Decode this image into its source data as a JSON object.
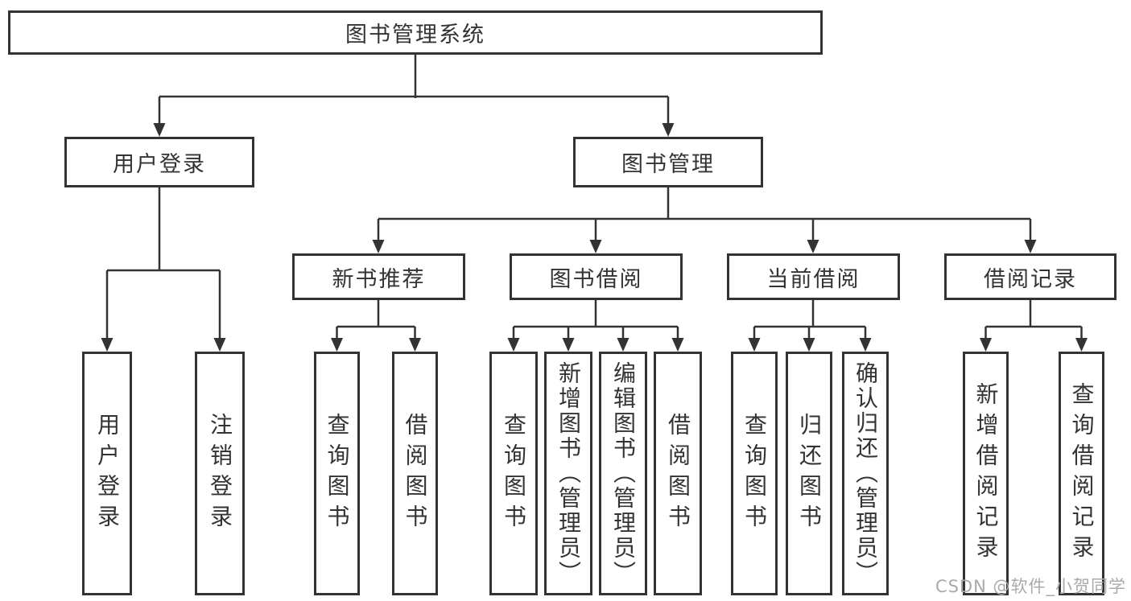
{
  "tree": {
    "root": {
      "label": "图书管理系统",
      "children": [
        {
          "label": "用户登录",
          "children": [
            {
              "label": "用户登录"
            },
            {
              "label": "注销登录"
            }
          ]
        },
        {
          "label": "图书管理",
          "children": [
            {
              "label": "新书推荐",
              "children": [
                {
                  "label": "查询图书"
                },
                {
                  "label": "借阅图书"
                }
              ]
            },
            {
              "label": "图书借阅",
              "children": [
                {
                  "label": "查询图书"
                },
                {
                  "label": "新增图书（管理员）"
                },
                {
                  "label": "编辑图书（管理员）"
                },
                {
                  "label": "借阅图书"
                }
              ]
            },
            {
              "label": "当前借阅",
              "children": [
                {
                  "label": "查询图书"
                },
                {
                  "label": "归还图书"
                },
                {
                  "label": "确认归还（管理员）"
                }
              ]
            },
            {
              "label": "借阅记录",
              "children": [
                {
                  "label": "新增借阅记录"
                },
                {
                  "label": "查询借阅记录"
                }
              ]
            }
          ]
        }
      ]
    }
  },
  "watermark": {
    "text": "CSDN @软件_小贺同学"
  },
  "colors": {
    "line": "#333333",
    "box_border": "#333333",
    "box_bg": "#ffffff",
    "text": "#333333",
    "watermark": "#a9a9af",
    "background": "#ffffff"
  }
}
